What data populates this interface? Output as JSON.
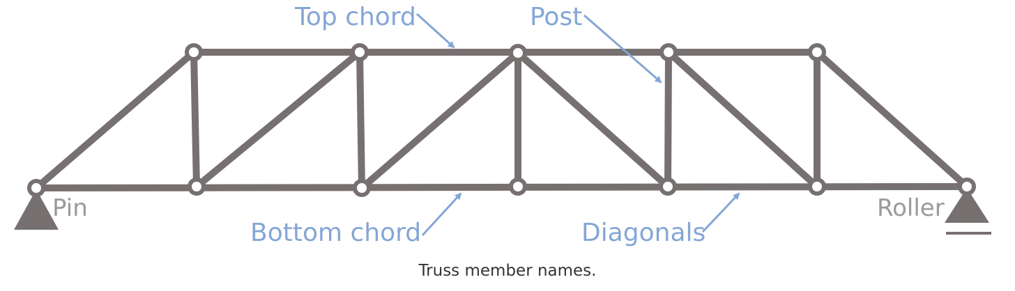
{
  "diagram": {
    "colors": {
      "member": "#777070",
      "label_blue": "#84a6d6",
      "label_grey": "#9a9a9a",
      "joint_fill": "#ffffff"
    },
    "labels": {
      "top_chord": "Top chord",
      "post": "Post",
      "bottom_chord": "Bottom chord",
      "diagonals": "Diagonals",
      "pin": "Pin",
      "roller": "Roller"
    }
  },
  "caption": "Truss member names."
}
